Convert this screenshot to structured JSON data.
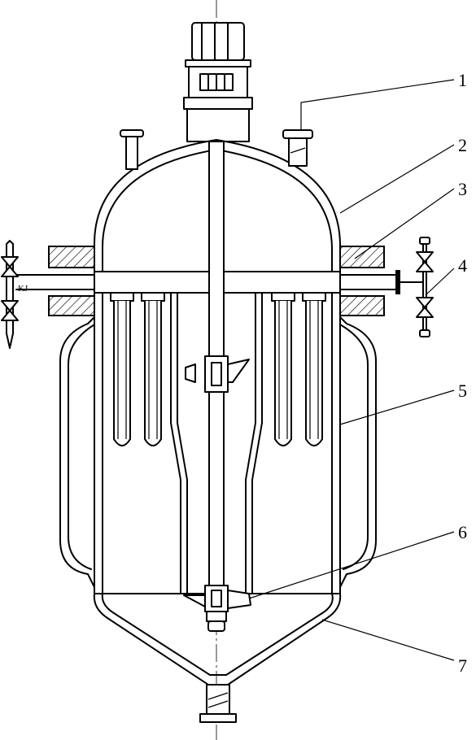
{
  "callouts": [
    {
      "id": "1",
      "text": "1"
    },
    {
      "id": "2",
      "text": "2"
    },
    {
      "id": "3",
      "text": "3"
    },
    {
      "id": "4",
      "text": "4"
    },
    {
      "id": "5",
      "text": "5"
    },
    {
      "id": "6",
      "text": "6"
    },
    {
      "id": "7",
      "text": "7"
    }
  ],
  "side_mark": "KJ"
}
